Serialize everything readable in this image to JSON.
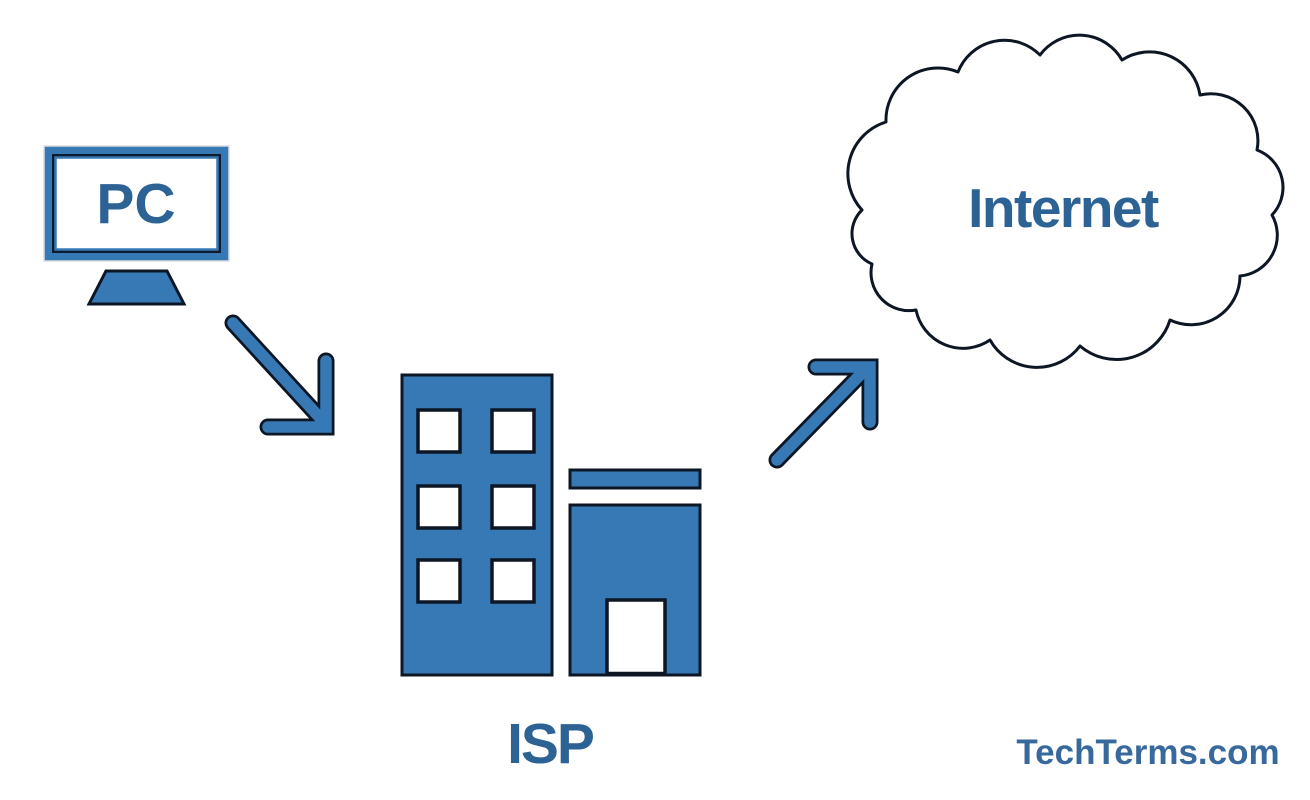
{
  "colors": {
    "background": "#ffffff",
    "icon_blue": "#3679b5",
    "outline_dark": "#0d1624",
    "label_blue": "#2d6295",
    "watermark_blue": "#38699d",
    "monitor_edge": "#d9dde1",
    "screen_bezel_navy": "#0e1b2e"
  },
  "diagram": {
    "nodes": {
      "pc": {
        "label": "PC",
        "icon": "desktop-monitor-icon"
      },
      "isp": {
        "label": "ISP",
        "icon": "office-building-icon"
      },
      "internet": {
        "label": "Internet",
        "icon": "cloud-icon"
      }
    },
    "connections": [
      {
        "from": "PC",
        "to": "ISP",
        "arrow": "down-right"
      },
      {
        "from": "ISP",
        "to": "Internet",
        "arrow": "up-right"
      }
    ]
  },
  "watermark": {
    "text": "TechTerms.com"
  }
}
